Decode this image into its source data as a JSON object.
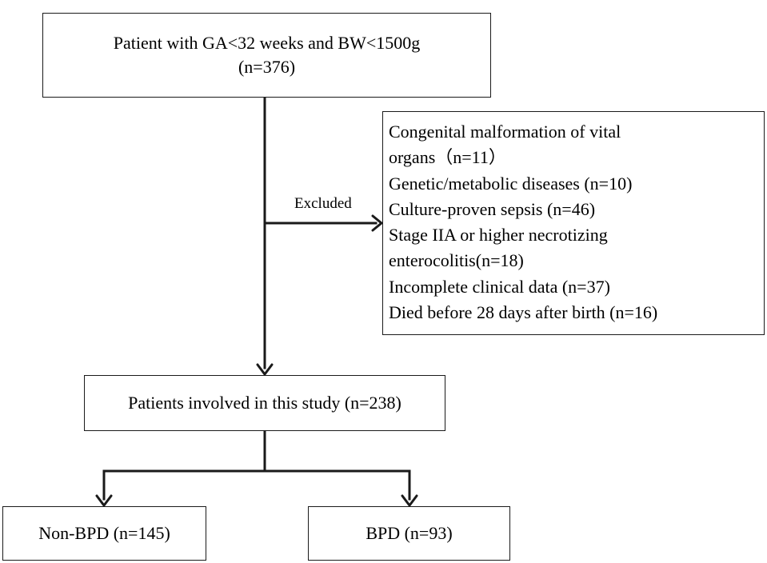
{
  "enrollment": {
    "line1": "Patient with GA<32 weeks and BW<1500g",
    "line2": "(n=376)"
  },
  "excluded_label": "Excluded",
  "exclusion": {
    "lines": [
      "Congenital malformation of vital",
      "organs（n=11）",
      "Genetic/metabolic diseases  (n=10)",
      "Culture-proven sepsis (n=46)",
      "Stage IIA or higher necrotizing",
      "enterocolitis(n=18)",
      "Incomplete clinical data (n=37)",
      "Died before 28 days after birth (n=16)"
    ]
  },
  "study": {
    "label": "Patients involved in this study (n=238)"
  },
  "groups": {
    "non_bpd": "Non-BPD (n=145)",
    "bpd": "BPD (n=93)"
  }
}
